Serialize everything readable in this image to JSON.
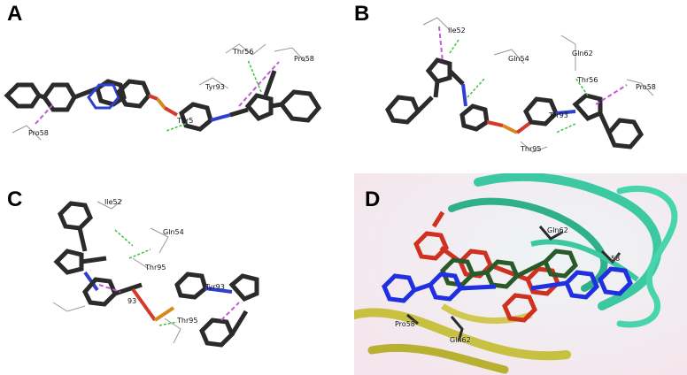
{
  "panels": {
    "a": {
      "letter": "A",
      "residues": [
        "Thr56",
        "Pro58",
        "Tyr93",
        "Thr5",
        "Pro58"
      ]
    },
    "b": {
      "letter": "B",
      "residues": [
        "Ile52",
        "Gln54",
        "Gln62",
        "Thr56",
        "Pro58",
        "Tyr93",
        "Thr95"
      ]
    },
    "c": {
      "letter": "C",
      "residues": [
        "Ile52",
        "Gln54",
        "Thr95",
        "Tyr93",
        "Thr95",
        "93"
      ]
    },
    "d": {
      "letter": "D",
      "residues": [
        "Gln62",
        "58",
        "Pro58",
        "Gln62"
      ]
    }
  },
  "colors": {
    "carbon": "#2b2b2b",
    "oxygen": "#d43a2a",
    "nitrogen": "#2f3fd0",
    "phosphorus": "#d48a1a",
    "hbond": "#3cc23c",
    "hydrophobic": "#c25ad6",
    "protein_teal": "#3cc8a0",
    "protein_yellow": "#c8c040",
    "ligand_red": "#d03020",
    "ligand_blue": "#2030e0",
    "ligand_green": "#2a5a2a"
  }
}
